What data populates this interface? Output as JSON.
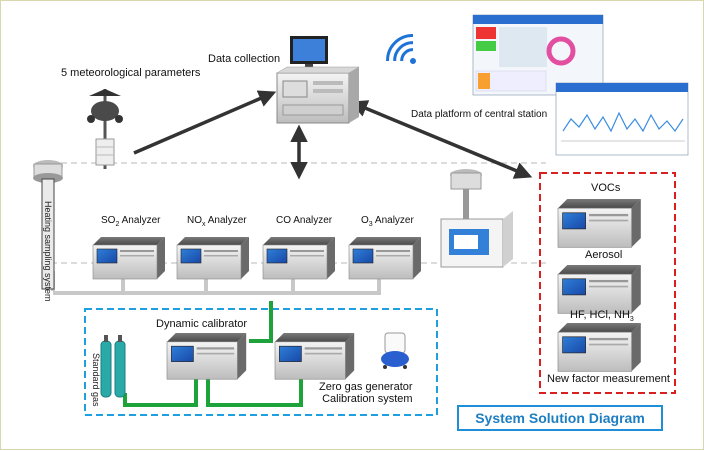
{
  "title": "System Solution Diagram",
  "labels": {
    "met_params": "5 meteorological parameters",
    "data_collection": "Data collection",
    "data_platform": "Data platform of central station",
    "heating_sampling": "Heating sampling system",
    "so2": "SO",
    "so2_sub": "2",
    "so2_rest": " Analyzer",
    "nox": "NO",
    "nox_sub": "x",
    "nox_rest": " Analyzer",
    "co": "CO Analyzer",
    "o3": "O",
    "o3_sub": "3",
    "o3_rest": " Analyzer",
    "dynamic_calibrator": "Dynamic calibrator",
    "standard_gas": "Standard gas",
    "zero_gas_line1": "Zero gas generator",
    "zero_gas_line2": "Calibration system",
    "vocs": "VOCs",
    "aerosol": "Aerosol",
    "hf_hcl_nh3": "HF, HCl, NH",
    "hf_sub": "3",
    "new_factor": "New factor measurement"
  },
  "colors": {
    "red_dash": "#d92020",
    "blue_dash": "#1e9fe0",
    "green_pipe": "#1ea23a",
    "gray_pipe": "#c8c8c8",
    "arrow": "#333333",
    "title_blue": "#1e7ec2"
  },
  "icons": [
    "wifi-icon",
    "weather-station-icon",
    "computer-icon",
    "sampling-head-icon",
    "analyzer-icon",
    "gas-cylinder-icon",
    "air-compressor-icon",
    "pm-sampler-icon",
    "screen-icon"
  ]
}
